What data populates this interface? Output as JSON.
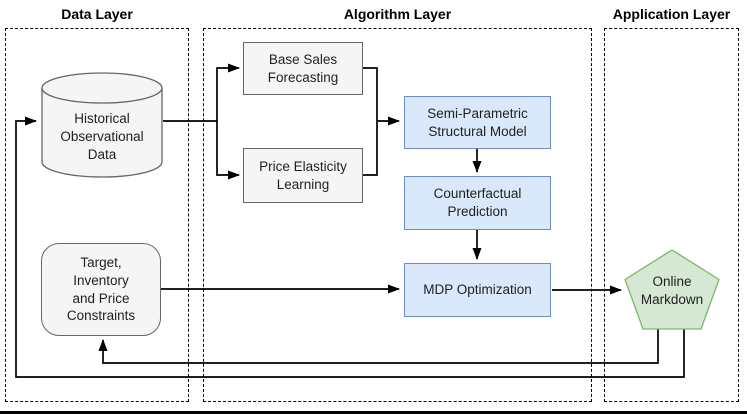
{
  "diagram": {
    "layers": [
      {
        "id": "data",
        "label": "Data Layer"
      },
      {
        "id": "algorithm",
        "label": "Algorithm Layer"
      },
      {
        "id": "application",
        "label": "Application Layer"
      }
    ],
    "nodes": {
      "historical_data": {
        "label": "Historical\nObservational\nData",
        "shape": "cylinder",
        "layer": "data"
      },
      "constraints": {
        "label": "Target,\nInventory\nand Price\nConstraints",
        "shape": "rounded-rectangle",
        "layer": "data"
      },
      "base_sales": {
        "label": "Base Sales\nForecasting",
        "shape": "rectangle",
        "layer": "algorithm"
      },
      "price_elasticity": {
        "label": "Price Elasticity\nLearning",
        "shape": "rectangle",
        "layer": "algorithm"
      },
      "semi_parametric": {
        "label": "Semi-Parametric\nStructural Model",
        "shape": "rectangle",
        "layer": "algorithm"
      },
      "counterfactual": {
        "label": "Counterfactual\nPrediction",
        "shape": "rectangle",
        "layer": "algorithm"
      },
      "mdp": {
        "label": "MDP Optimization",
        "shape": "rectangle",
        "layer": "algorithm"
      },
      "online_markdown": {
        "label": "Online\nMarkdown",
        "shape": "pentagon",
        "layer": "application"
      }
    },
    "edges": [
      {
        "from": "historical_data",
        "to": "base_sales"
      },
      {
        "from": "historical_data",
        "to": "price_elasticity"
      },
      {
        "from": "base_sales",
        "to": "semi_parametric"
      },
      {
        "from": "price_elasticity",
        "to": "semi_parametric"
      },
      {
        "from": "semi_parametric",
        "to": "counterfactual"
      },
      {
        "from": "counterfactual",
        "to": "mdp"
      },
      {
        "from": "constraints",
        "to": "mdp"
      },
      {
        "from": "mdp",
        "to": "online_markdown"
      },
      {
        "from": "online_markdown",
        "to": "constraints"
      },
      {
        "from": "online_markdown",
        "to": "historical_data"
      }
    ],
    "colors": {
      "node_gray_fill": "#F5F5F5",
      "node_gray_stroke": "#666666",
      "node_blue_fill": "#DAE8FC",
      "node_blue_stroke": "#6C8EBF",
      "node_green_fill": "#D5E8D4",
      "node_green_stroke": "#82B366",
      "line_color": "#000000",
      "text_color": "#1F1F1F"
    }
  }
}
